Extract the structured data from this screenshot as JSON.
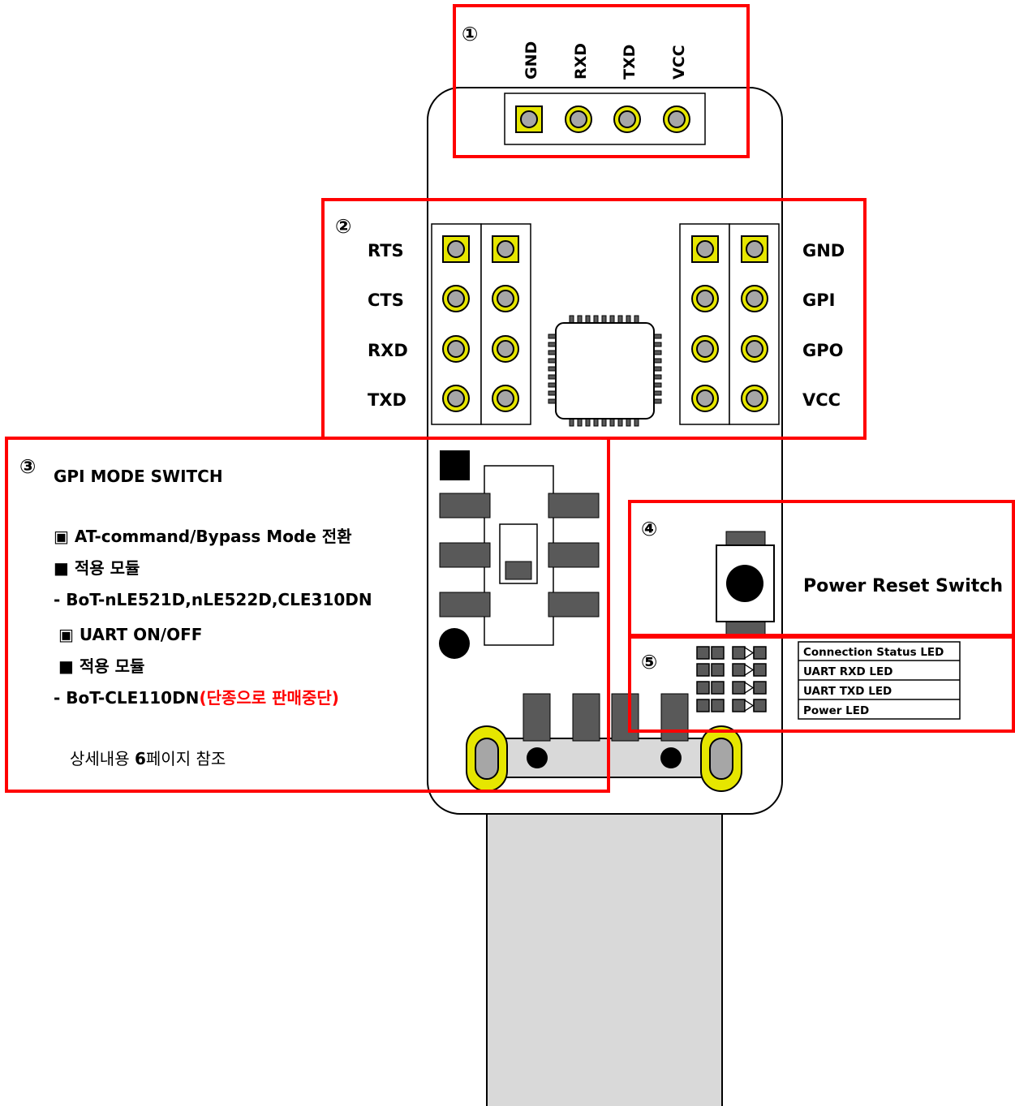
{
  "colors": {
    "highlight_box": "#ff0000",
    "pad": "#e6e600",
    "pin_inner": "#a6a6a6",
    "component": "#595959",
    "board_fill": "#ffffff",
    "cable": "#d9d9d9"
  },
  "section1": {
    "number": "①",
    "pins": [
      "GND",
      "RXD",
      "TXD",
      "VCC"
    ]
  },
  "section2": {
    "number": "②",
    "left_pins": [
      "RTS",
      "CTS",
      "RXD",
      "TXD"
    ],
    "right_pins": [
      "GND",
      "GPI",
      "GPO",
      "VCC"
    ]
  },
  "section3": {
    "number": "③",
    "title": "GPI MODE SWITCH",
    "item1_heading": "▣ AT-command/Bypass Mode 전환",
    "item1_sub": "■ 적용 모듈",
    "item1_modules": "- BoT-nLE521D,nLE522D,CLE310DN",
    "item2_heading": "▣ UART ON/OFF",
    "item2_sub": "■ 적용 모듈",
    "item2_modules": "- BoT-CLE110DN",
    "item2_note": "(단종으로 판매중단)",
    "footer_prefix": "상세내용 ",
    "footer_page": "6",
    "footer_suffix": "페이지 참조"
  },
  "section4": {
    "number": "④",
    "label": "Power Reset Switch"
  },
  "section5": {
    "number": "⑤",
    "leds": [
      "Connection Status LED",
      "UART RXD LED",
      "UART TXD LED",
      "Power LED"
    ]
  },
  "icons": {
    "diode": "diode-icon",
    "square_pad": "square-pad-icon",
    "round_pad": "round-pad-icon"
  }
}
